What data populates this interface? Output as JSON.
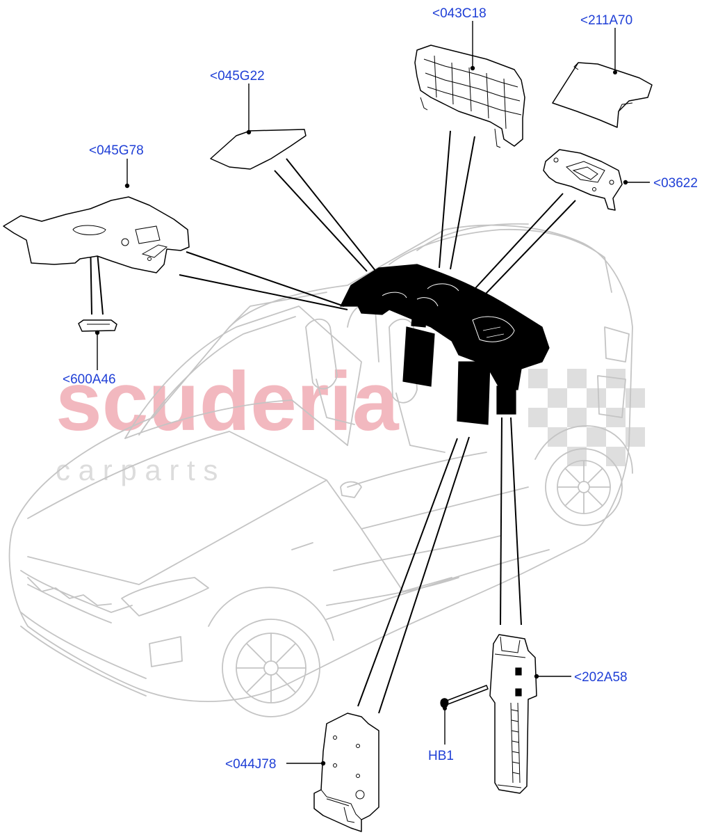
{
  "watermark": {
    "brand": "scuderia",
    "tagline": "c a r   p a r t s"
  },
  "callouts": {
    "c043C18": "<043C18",
    "c211A70": "<211A70",
    "c045G22": "<045G22",
    "c045G78": "<045G78",
    "c03622": "<03622",
    "c600A46": "<600A46",
    "c202A58": "<202A58",
    "cHB1": "HB1",
    "c044J78": "<044J78"
  },
  "colors": {
    "callout_text": "#1f3fd6",
    "car_outline": "#c4c4c4",
    "watermark_red": "#f2b8bf"
  }
}
